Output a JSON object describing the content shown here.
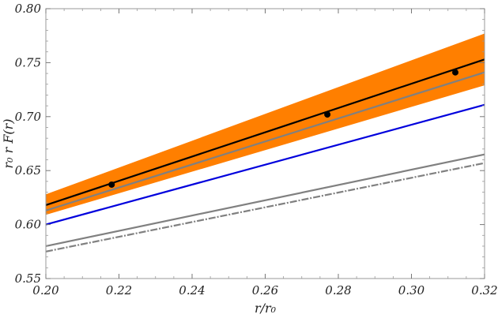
{
  "chart_data": {
    "type": "line",
    "xlabel": "r/r₀",
    "ylabel": "r₀ r F(r)",
    "xlim": [
      0.2,
      0.32
    ],
    "ylim": [
      0.55,
      0.8
    ],
    "x_ticks": [
      "0.20",
      "0.22",
      "0.24",
      "0.26",
      "0.28",
      "0.30",
      "0.32"
    ],
    "y_ticks": [
      "0.55",
      "0.60",
      "0.65",
      "0.70",
      "0.75",
      "0.80"
    ],
    "grid": false,
    "band": {
      "color": "#ff7f00",
      "x": [
        0.2,
        0.32
      ],
      "lower": [
        0.609,
        0.729
      ],
      "upper": [
        0.628,
        0.777
      ]
    },
    "series": [
      {
        "style": "solid",
        "color": "#000000",
        "x": [
          0.2,
          0.32
        ],
        "y": [
          0.618,
          0.753
        ]
      },
      {
        "style": "solid",
        "color": "#808080",
        "x": [
          0.2,
          0.32
        ],
        "y": [
          0.613,
          0.741
        ]
      },
      {
        "style": "solid",
        "color": "#0000dd",
        "x": [
          0.2,
          0.32
        ],
        "y": [
          0.6,
          0.711
        ]
      },
      {
        "style": "solid",
        "color": "#808080",
        "x": [
          0.2,
          0.32
        ],
        "y": [
          0.58,
          0.665
        ]
      },
      {
        "style": "dashdot",
        "color": "#808080",
        "x": [
          0.2,
          0.32
        ],
        "y": [
          0.575,
          0.657
        ]
      }
    ],
    "points": {
      "color": "#000000",
      "x": [
        0.218,
        0.277,
        0.312
      ],
      "y": [
        0.637,
        0.702,
        0.741
      ]
    }
  }
}
